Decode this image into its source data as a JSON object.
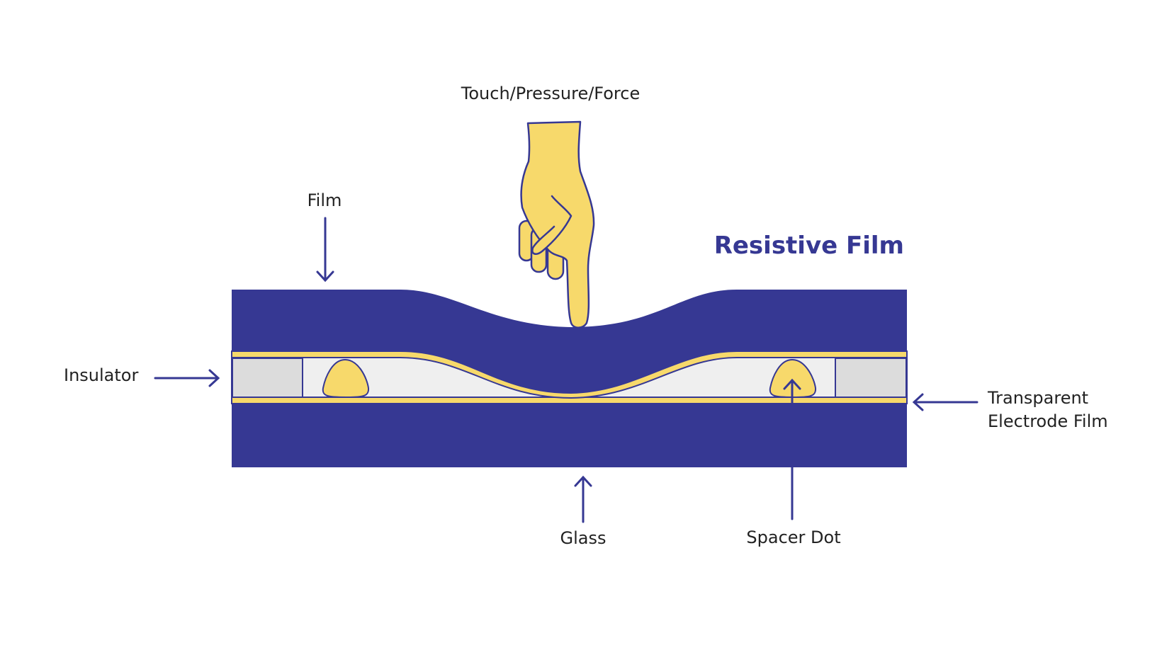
{
  "diagram": {
    "title": "Resistive Film",
    "labels": {
      "force": "Touch/Pressure/Force",
      "film": "Film",
      "insulator": "Insulator",
      "transparent_line1": "Transparent",
      "transparent_line2": "Electrode Film",
      "glass": "Glass",
      "spacer_dot": "Spacer Dot"
    }
  },
  "colors": {
    "navy": "#363893",
    "yellow": "#f7d96b",
    "light_gray": "#efefef",
    "insulator_gray": "#dcdcdc",
    "text": "#222222"
  },
  "icons": {
    "finger": "pointing-hand-icon"
  }
}
